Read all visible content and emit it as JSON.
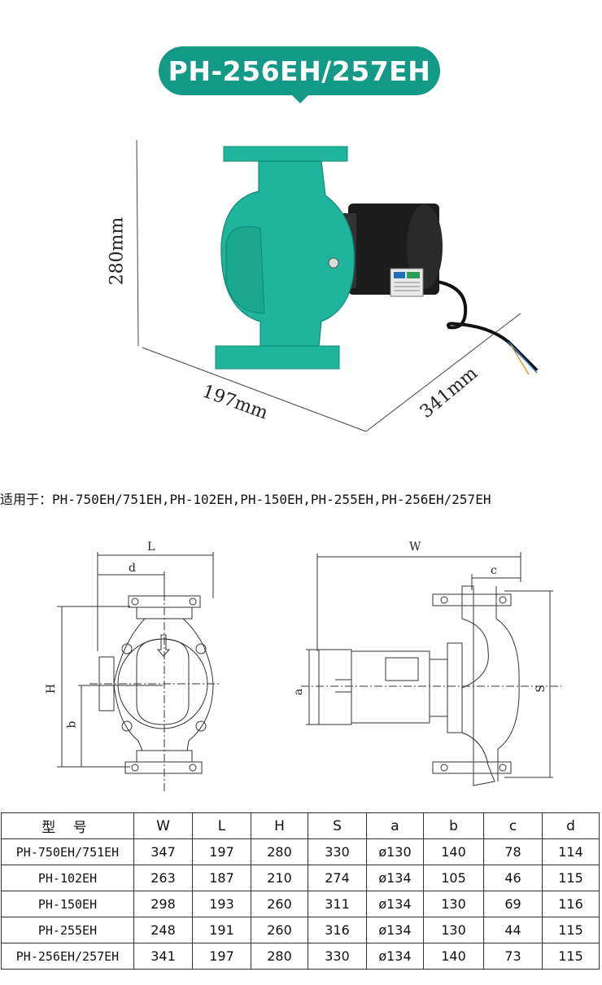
{
  "title": "PH-256EH/257EH",
  "dimensions": {
    "height": "280mm",
    "width": "197mm",
    "depth": "341mm"
  },
  "applies_to": {
    "label": "适用于：",
    "models": "PH-750EH/751EH,PH-102EH,PH-150EH,PH-255EH,PH-256EH/257EH"
  },
  "drawing_labels": {
    "front": {
      "L": "L",
      "d": "d",
      "H": "H",
      "b": "b"
    },
    "side": {
      "W": "W",
      "c": "c",
      "a": "a",
      "S": "S"
    }
  },
  "colors": {
    "accent": "#139a86",
    "pump_body": "#1fb59c",
    "motor": "#1c1c1c"
  },
  "table": {
    "headers": [
      "型 号",
      "W",
      "L",
      "H",
      "S",
      "a",
      "b",
      "c",
      "d"
    ],
    "rows": [
      [
        "PH-750EH/751EH",
        "347",
        "197",
        "280",
        "330",
        "ø130",
        "140",
        "78",
        "114"
      ],
      [
        "PH-102EH",
        "263",
        "187",
        "210",
        "274",
        "ø134",
        "105",
        "46",
        "115"
      ],
      [
        "PH-150EH",
        "298",
        "193",
        "260",
        "311",
        "ø134",
        "130",
        "69",
        "116"
      ],
      [
        "PH-255EH",
        "248",
        "191",
        "260",
        "316",
        "ø134",
        "130",
        "44",
        "115"
      ],
      [
        "PH-256EH/257EH",
        "341",
        "197",
        "280",
        "330",
        "ø134",
        "140",
        "73",
        "115"
      ]
    ]
  }
}
